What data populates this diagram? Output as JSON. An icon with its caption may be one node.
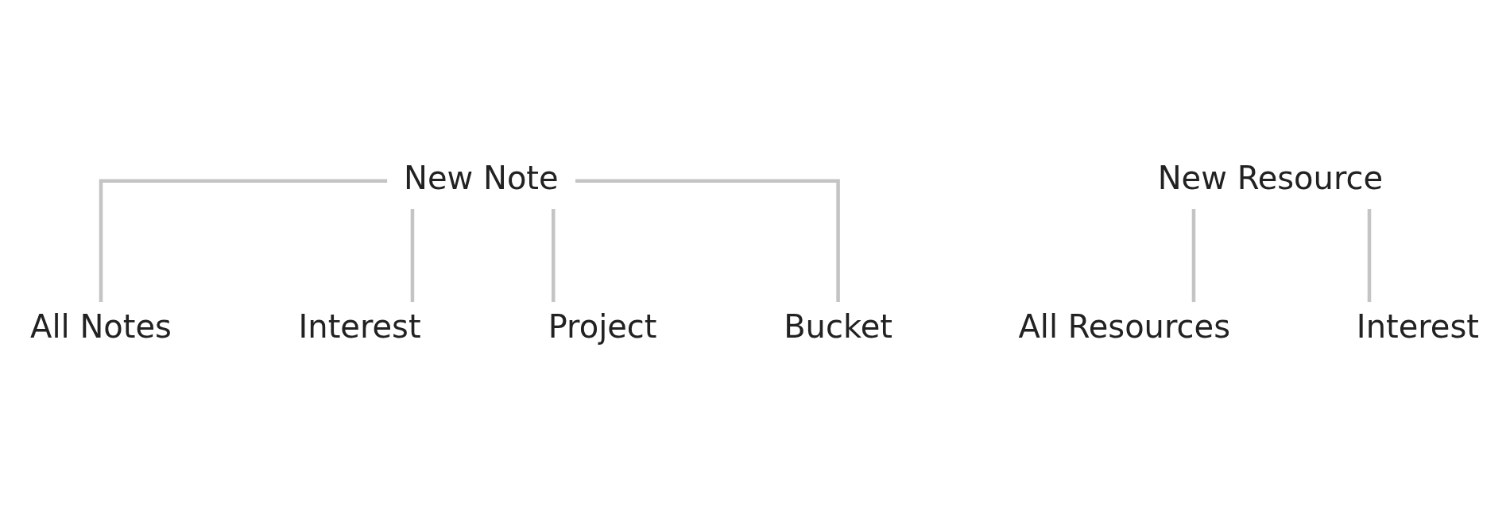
{
  "diagram": {
    "nodes": [
      {
        "text": [
          "New Note"
        ]
      },
      {
        "text": [
          "All Notes"
        ]
      },
      {
        "text": [
          "Interest"
        ]
      },
      {
        "text": [
          "Project"
        ]
      },
      {
        "text": [
          "Bucket"
        ]
      },
      {
        "text": [
          "New Resource"
        ]
      },
      {
        "text": [
          "All Resources"
        ]
      },
      {
        "text": [
          "Interest"
        ]
      }
    ],
    "edges": [
      {
        "from": 0,
        "to": 1,
        "arrow": "none"
      },
      {
        "from": 0,
        "to": 2,
        "arrow": "none"
      },
      {
        "from": 0,
        "to": 3,
        "arrow": "none"
      },
      {
        "from": 0,
        "to": 4,
        "arrow": "none"
      },
      {
        "from": 5,
        "to": 6,
        "arrow": "none"
      },
      {
        "from": 5,
        "to": 7,
        "arrow": "none"
      }
    ]
  }
}
